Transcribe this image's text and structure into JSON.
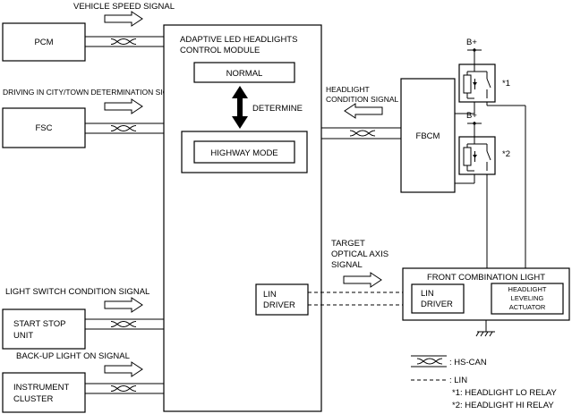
{
  "signals": {
    "vehicle_speed": "VEHICLE SPEED SIGNAL",
    "driving_city": "DRIVING IN CITY/TOWN DETERMINATION SIGNAL",
    "headlight_condition_1": "HEADLIGHT",
    "headlight_condition_2": "CONDITION SIGNAL",
    "light_switch": "LIGHT SWITCH CONDITION SIGNAL",
    "backup_light": "BACK-UP LIGHT ON SIGNAL",
    "target_1": "TARGET",
    "target_2": "OPTICAL AXIS",
    "target_3": "SIGNAL"
  },
  "modules": {
    "pcm": "PCM",
    "fsc": "FSC",
    "start_stop_1": "START STOP",
    "start_stop_2": "UNIT",
    "instrument_1": "INSTRUMENT",
    "instrument_2": "CLUSTER",
    "fbcm": "FBCM",
    "alh_1": "ADAPTIVE LED HEADLIGHTS",
    "alh_2": "CONTROL MODULE",
    "normal": "NORMAL",
    "determine": "DETERMINE",
    "highway": "HIGHWAY MODE",
    "lin_driver_1": "LIN",
    "lin_driver_2": "DRIVER",
    "fcl": "FRONT COMBINATION LIGHT",
    "fcl_lin_1": "LIN",
    "fcl_lin_2": "DRIVER",
    "leveling_1": "HEADLIGHT",
    "leveling_2": "LEVELING",
    "leveling_3": "ACTUATOR"
  },
  "relays": {
    "bplus_1": "B+",
    "bplus_2": "B+",
    "tag_1": "*1",
    "tag_2": "*2"
  },
  "legend": {
    "hs_can": ": HS-CAN",
    "lin": ": LIN",
    "note_1": "*1: HEADLIGHT LO RELAY",
    "note_2": "*2: HEADLIGHT HI RELAY"
  }
}
